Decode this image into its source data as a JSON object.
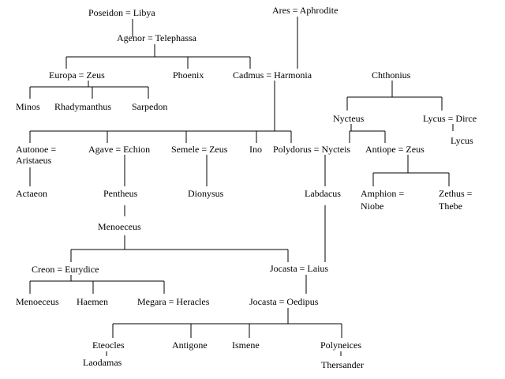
{
  "family_tree": {
    "people": {
      "poseidon_libya": "Poseidon = Libya",
      "ares_aphrodite": "Ares = Aphrodite",
      "agenor_telephassa": "Agenor = Telephassa",
      "europa_zeus": "Europa = Zeus",
      "phoenix": "Phoenix",
      "cadmus_harmonia": "Cadmus = Harmonia",
      "chthonius": "Chthonius",
      "minos": "Minos",
      "rhadymanthus": "Rhadymanthus",
      "sarpedon": "Sarpedon",
      "nycteus": "Nycteus",
      "lycus_dirce": "Lycus = Dirce",
      "lycus": "Lycus",
      "autonoe_aristaeus_1": "Autonoe =",
      "autonoe_aristaeus_2": "Aristaeus",
      "agave_echion": "Agave = Echion",
      "semele_zeus": "Semele = Zeus",
      "ino": "Ino",
      "polydorus_nycteis": "Polydorus = Nycteis",
      "antiope_zeus": "Antiope = Zeus",
      "actaeon": "Actaeon",
      "pentheus": "Pentheus",
      "dionysus": "Dionysus",
      "labdacus": "Labdacus",
      "amphion_niobe_1": "Amphion =",
      "amphion_niobe_2": "Niobe",
      "zethus_thebe_1": "Zethus =",
      "zethus_thebe_2": "Thebe",
      "menoeceus_top": "Menoeceus",
      "creon_eurydice": "Creon = Eurydice",
      "jocasta_laius": "Jocasta = Laius",
      "menoeceus_bottom": "Menoeceus",
      "haemen": "Haemen",
      "megara_heracles": "Megara = Heracles",
      "jocasta_oedipus": "Jocasta = Oedipus",
      "eteocles": "Eteocles",
      "antigone": "Antigone",
      "ismene": "Ismene",
      "polyneices": "Polyneices",
      "laodamas": "Laodamas",
      "thersander": "Thersander"
    }
  }
}
